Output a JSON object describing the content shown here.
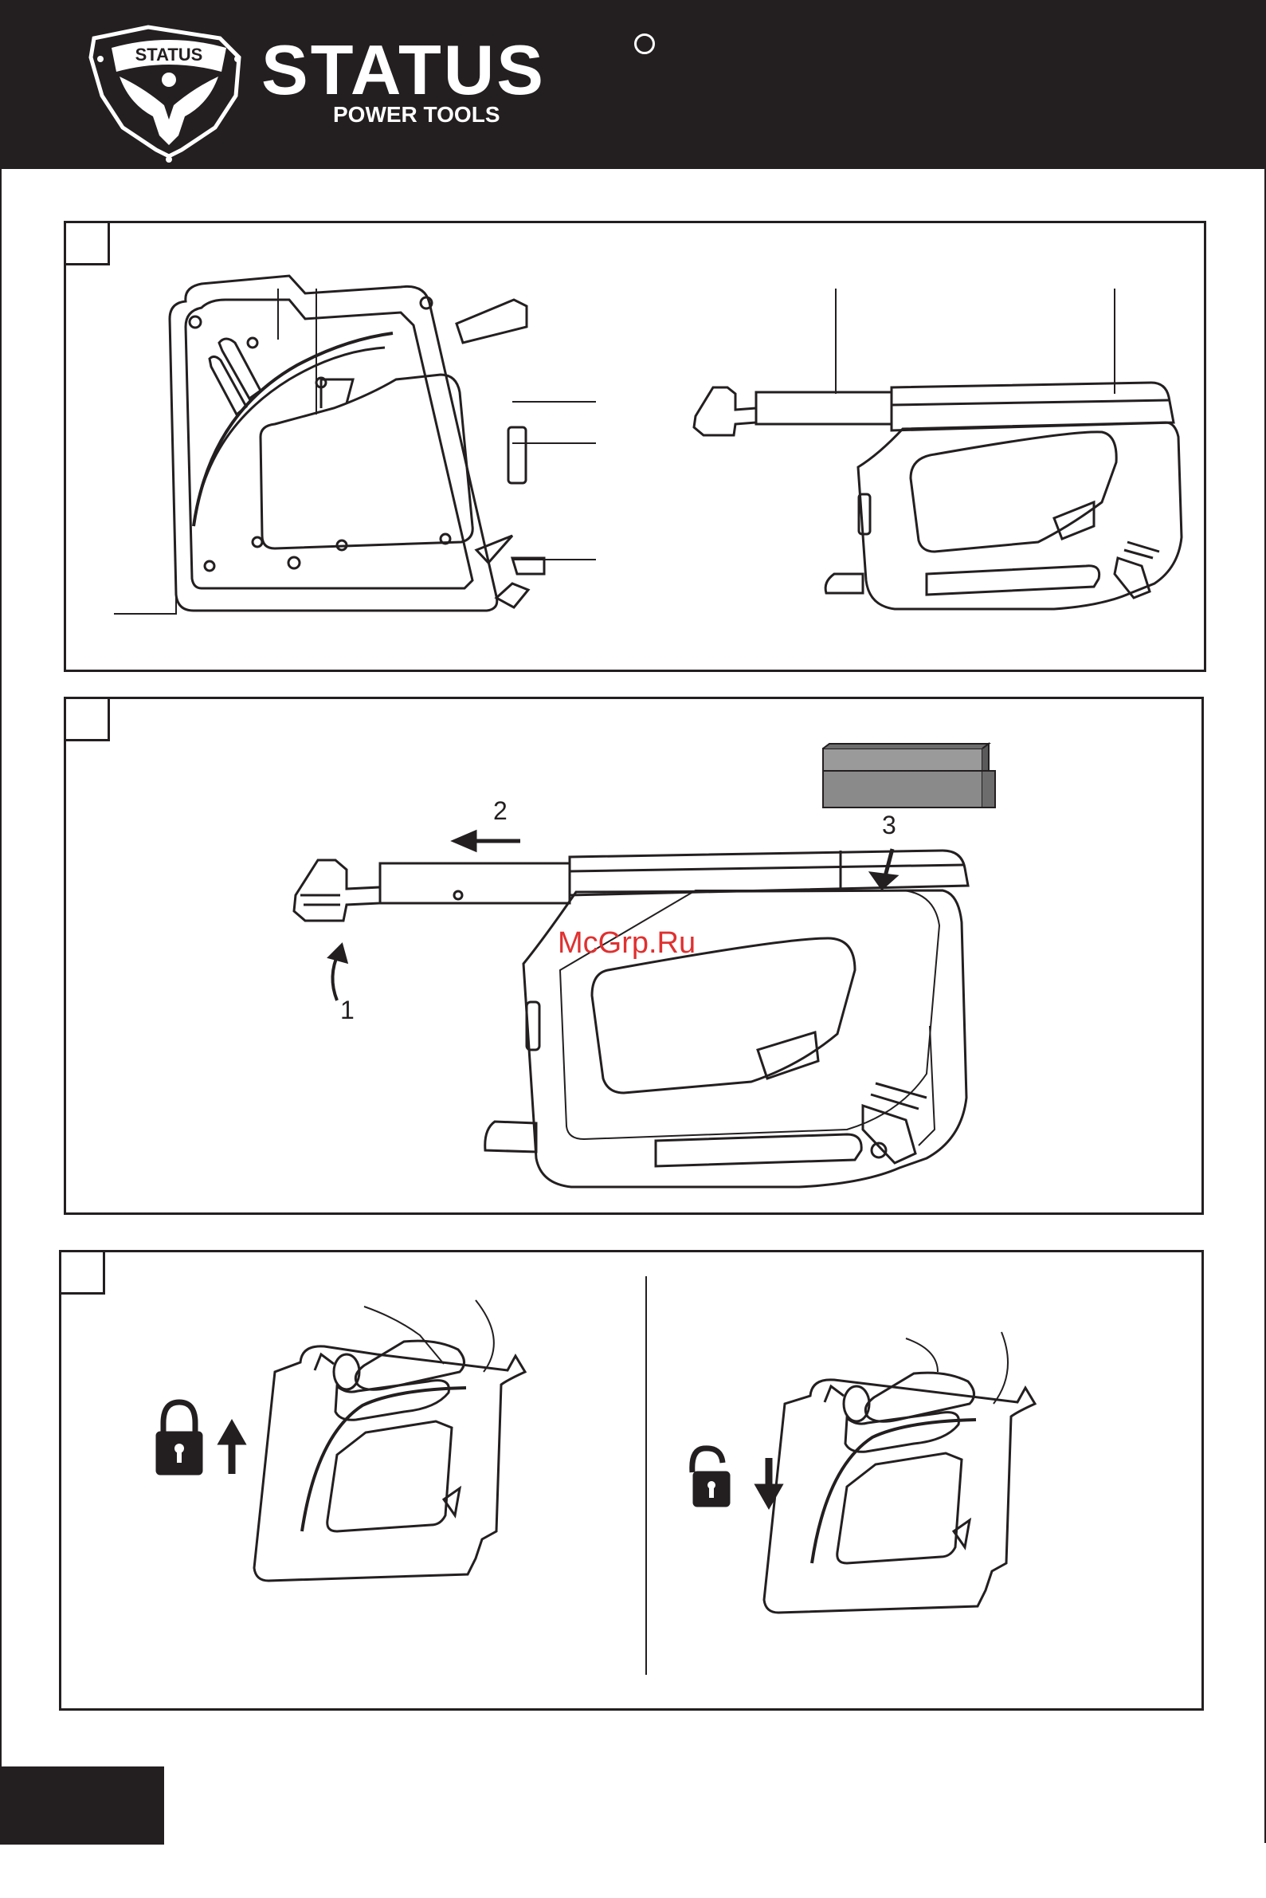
{
  "brand": {
    "name": "STATUS",
    "tagline": "POWER TOOLS",
    "badge_text": "STATUS",
    "header_color": "#231f20"
  },
  "watermark": {
    "text": "McGrp.Ru",
    "color": "#e03030"
  },
  "figures": [
    {
      "number": "",
      "content": "tool side views with part callout lines"
    },
    {
      "number": "",
      "steps": [
        "2",
        "3",
        "1"
      ]
    },
    {
      "number": "",
      "lock_icon": "lock-closed-icon",
      "unlock_icon": "lock-open-icon"
    }
  ],
  "page_number": ""
}
